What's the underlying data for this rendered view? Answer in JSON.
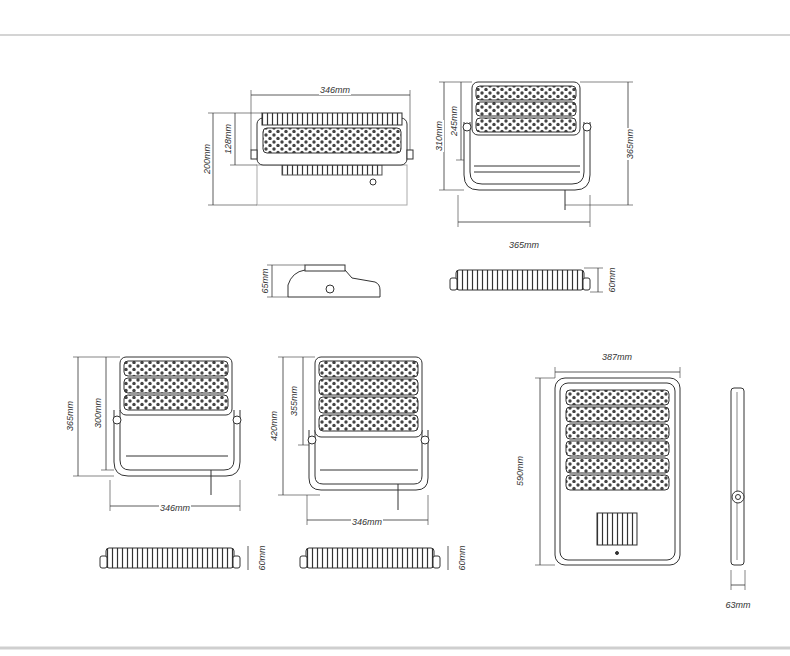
{
  "diagram": {
    "labels": [
      "346mm",
      "200mm",
      "128mm",
      "310mm",
      "245mm",
      "365mm",
      "365mm",
      "65mm",
      "60mm",
      "387mm",
      "365mm",
      "300mm",
      "420mm",
      "355mm",
      "590mm",
      "346mm",
      "346mm",
      "60mm",
      "60mm",
      "63mm"
    ]
  }
}
